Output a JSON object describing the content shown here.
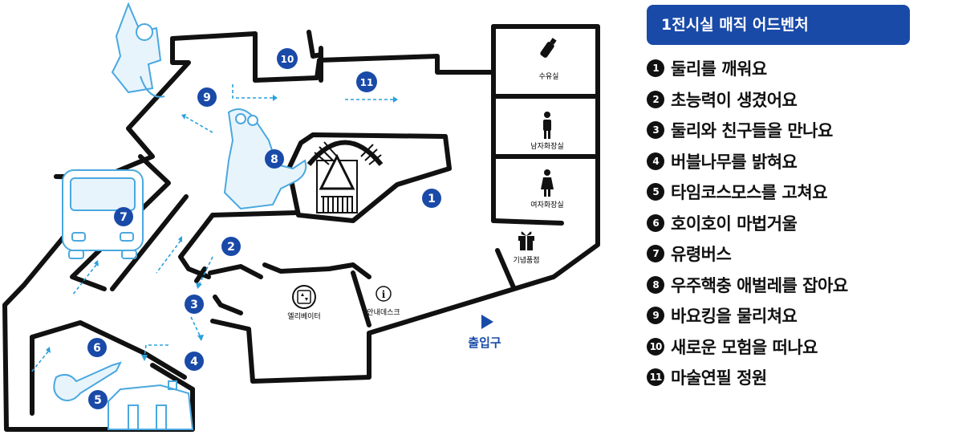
{
  "legend": {
    "title": "1전시실  매직 어드벤처",
    "items": [
      {
        "num": "1",
        "label": "둘리를 깨워요"
      },
      {
        "num": "2",
        "label": "초능력이 생겼어요"
      },
      {
        "num": "3",
        "label": "둘리와 친구들을 만나요"
      },
      {
        "num": "4",
        "label": "버블나무를 밝혀요"
      },
      {
        "num": "5",
        "label": "타임코스모스를 고쳐요"
      },
      {
        "num": "6",
        "label": "호이호이 마법거울"
      },
      {
        "num": "7",
        "label": "유령버스"
      },
      {
        "num": "8",
        "label": "우주핵충 애벌레를 잡아요"
      },
      {
        "num": "9",
        "label": "바요킹을 물리쳐요"
      },
      {
        "num": "10",
        "label": "새로운 모험을 떠나요"
      },
      {
        "num": "11",
        "label": "마술연필 정원"
      }
    ]
  },
  "facilities": {
    "nursing_room": "수유실",
    "mens_restroom": "남자화장실",
    "womens_restroom": "여자화장실",
    "gift_shop": "기념품점",
    "elevator": "엘리베이터",
    "info_desk": "안내데스크",
    "entrance": "출입구"
  },
  "map_markers": [
    "1",
    "2",
    "3",
    "4",
    "5",
    "6",
    "7",
    "8",
    "9",
    "10",
    "11"
  ],
  "colors": {
    "accent_blue": "#1a4aa8",
    "arrow_blue": "#2aa0dc",
    "wall": "#111111",
    "illustration_blue": "#4aa8e0"
  },
  "icons": [
    "baby-bottle-icon",
    "man-icon",
    "woman-icon",
    "gift-icon",
    "elevator-icon",
    "info-icon",
    "entrance-arrow-icon"
  ]
}
